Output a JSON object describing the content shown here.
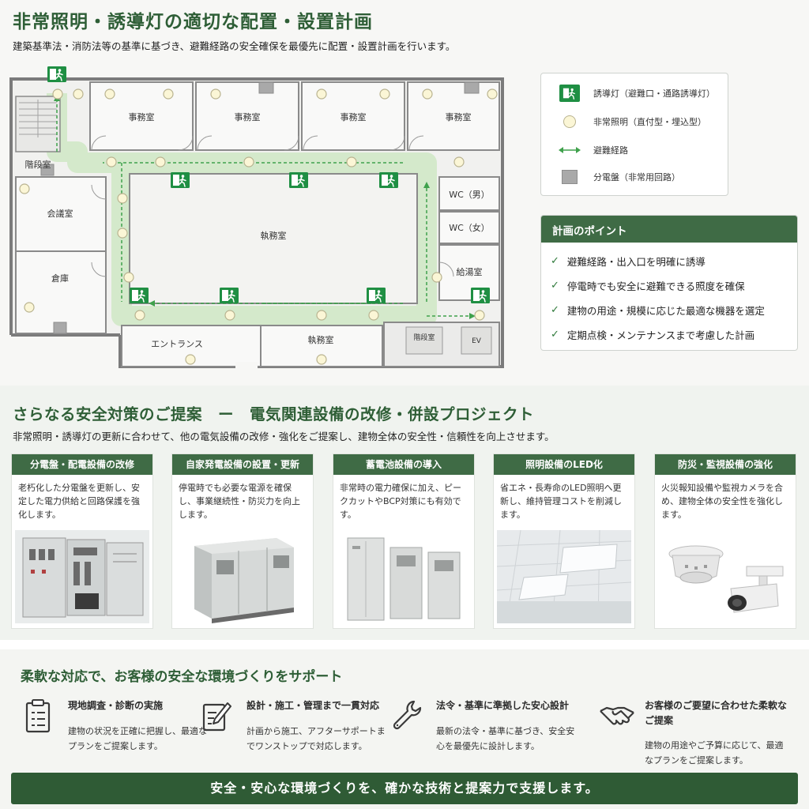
{
  "header": {
    "title": "非常照明・誘導灯の適切な配置・設置計画",
    "subtitle": "建築基準法・消防法等の基準に基づき、避難経路の安全確保を最優先に配置・設置計画を行います。"
  },
  "floor_plan": {
    "rooms": {
      "office1": "事務室",
      "office2": "事務室",
      "office3": "事務室",
      "office4": "事務室",
      "stairs": "階段室",
      "meeting": "会議室",
      "storage": "倉庫",
      "work_main": "執務室",
      "work_lower": "執務室",
      "entrance": "エントランス",
      "wc_m": "WC（男）",
      "wc_f": "WC（女）",
      "kitchen": "給湯室",
      "stairs2": "階段室",
      "elevator": "EV"
    }
  },
  "legend": {
    "items": [
      {
        "icon": "exit-sign-icon",
        "label": "誘導灯（避難口・通路誘導灯）"
      },
      {
        "icon": "emergency-light-icon",
        "label": "非常照明（直付型・埋込型）"
      },
      {
        "icon": "evacuation-route-arrow-icon",
        "label": "避難経路"
      },
      {
        "icon": "distribution-panel-icon",
        "label": "分電盤（非常用回路）"
      }
    ]
  },
  "points": {
    "title": "計画のポイント",
    "items": [
      "避難経路・出入口を明確に誘導",
      "停電時でも安全に避難できる照度を確保",
      "建物の用途・規模に応じた最適な機器を選定",
      "定期点検・メンテナンスまで考慮した計画"
    ]
  },
  "proposal": {
    "title": "さらなる安全対策のご提案　ー　電気関連設備の改修・併設プロジェクト",
    "subtitle": "非常照明・誘導灯の更新に合わせて、他の電気設備の改修・強化をご提案し、建物全体の安全性・信頼性を向上させます。",
    "cards": [
      {
        "title": "分電盤・配電設備の改修",
        "desc": "老朽化した分電盤を更新し、安定した電力供給と回路保護を強化します。",
        "image": "distribution-board-image"
      },
      {
        "title": "自家発電設備の設置・更新",
        "desc": "停電時でも必要な電源を確保し、事業継続性・防災力を向上します。",
        "image": "generator-image"
      },
      {
        "title": "蓄電池設備の導入",
        "desc": "非常時の電力確保に加え、ピークカットやBCP対策にも有効です。",
        "image": "battery-storage-image"
      },
      {
        "title": "照明設備のLED化",
        "desc": "省エネ・長寿命のLED照明へ更新し、維持管理コストを削減します。",
        "image": "led-ceiling-light-image"
      },
      {
        "title": "防災・監視設備の強化",
        "desc": "火災報知設備や監視カメラを合め、建物全体の安全性を強化します。",
        "image": "smoke-detector-camera-image"
      }
    ]
  },
  "support": {
    "title": "柔軟な対応で、お客様の安全な環境づくりをサポート",
    "features": [
      {
        "icon": "clipboard-icon",
        "title": "現地調査・診断の実施",
        "text": "建物の状況を正確に把握し、最適なプランをご提案します。"
      },
      {
        "icon": "pencil-document-icon",
        "title": "設計・施工・管理まで一貫対応",
        "text": "計画から施工、アフターサポートまでワンストップで対応します。"
      },
      {
        "icon": "wrench-icon",
        "title": "法令・基準に準拠した安心設計",
        "text": "最新の法令・基準に基づき、安全安心を最優先に設計します。"
      },
      {
        "icon": "handshake-icon",
        "title": "お客様のご要望に合わせた柔軟なご提案",
        "text": "建物の用途やご予算に応じて、最適なプランをご提案します。"
      }
    ]
  },
  "banner": {
    "text": "安全・安心な環境づくりを、確かな技術と提案力で支援します。"
  },
  "colors": {
    "brand_green": "#2f5b35",
    "exit_green": "#1f8f43",
    "route_green": "#4caf50"
  }
}
